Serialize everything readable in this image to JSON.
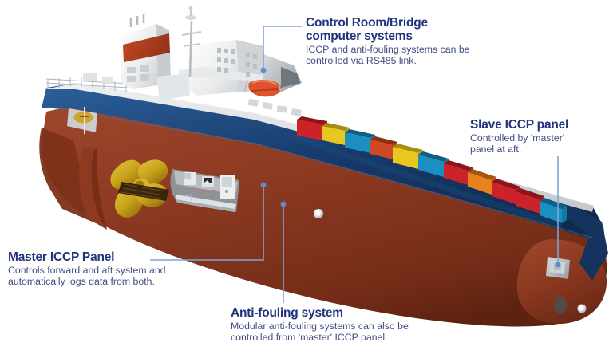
{
  "figure": {
    "subject": "cutaway container ship illustration with ICCP and anti-fouling system callouts",
    "background_color": "#ffffff",
    "palette": {
      "heading_text": "#22347c",
      "body_text": "#414d82",
      "leader_line": "#7aa6d6",
      "leader_dot": "#5c8fc7",
      "hull_topside_navy": "#183a6b",
      "hull_antifouling_red": "#8d3a22",
      "deck_grey": "#d9dde0",
      "superstructure_white": "#f1f2f3",
      "funnel_band_red": "#b5401f",
      "propeller_brass": "#c8a21a",
      "lifeboat_orange": "#e0522a",
      "container_red": "#cc2229",
      "container_blue": "#1b8ec2",
      "container_yellow": "#e8c820",
      "container_orange": "#e8821e"
    }
  },
  "callouts": [
    {
      "id": "control-room",
      "title": "Control Room/Bridge\ncomputer systems",
      "body": "ICCP and anti-fouling systems can be\ncontrolled via RS485 link.",
      "leader": "elbow-left-down",
      "target": "bridge superstructure"
    },
    {
      "id": "slave-iccp",
      "title": "Slave ICCP panel",
      "body": "Controlled by 'master'\npanel at aft.",
      "leader": "vertical-down",
      "target": "forward hull panel box"
    },
    {
      "id": "master-iccp",
      "title": "Master ICCP Panel",
      "body": "Controls forward and aft system and\nautomatically logs data from both.",
      "leader": "elbow-right-up",
      "target": "engine room cutaway panel"
    },
    {
      "id": "anti-fouling",
      "title": "Anti-fouling system",
      "body": "Modular anti-fouling systems can also be\ncontrolled from 'master' ICCP panel.",
      "leader": "vertical-up",
      "target": "hull anode below waterline"
    }
  ],
  "ship_features": [
    {
      "name": "funnel",
      "detail": "white funnel with rust-red band"
    },
    {
      "name": "radar-mast",
      "detail": "lattice mast above bridge"
    },
    {
      "name": "lifeboat",
      "detail": "orange enclosed lifeboat on davit"
    },
    {
      "name": "propeller",
      "detail": "four-blade brass propeller"
    },
    {
      "name": "rudder",
      "detail": "red antifouling rudder blade"
    },
    {
      "name": "sea-chest-grating",
      "detail": "dark grating intake on hull"
    },
    {
      "name": "engine-room-cutaway",
      "detail": "cutaway showing wall-mounted control panels"
    },
    {
      "name": "hull-anodes",
      "detail": "white circular anodes on hull"
    },
    {
      "name": "bow-thruster",
      "detail": "dark thruster tunnel port at bow"
    },
    {
      "name": "deck-containers",
      "detail": "stacked red, blue, yellow and orange containers"
    }
  ]
}
